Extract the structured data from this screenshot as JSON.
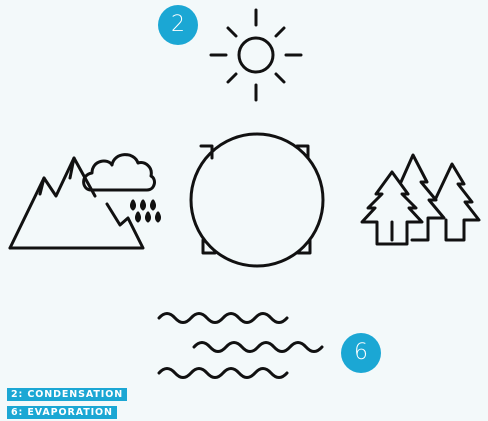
{
  "colors": {
    "accent": "#1ba7d4",
    "line": "#111111",
    "background": "#f3f9fa"
  },
  "badges": [
    {
      "label": "2"
    },
    {
      "label": "6"
    }
  ],
  "legend": [
    {
      "text": "2: CONDENSATION"
    },
    {
      "text": "6: EVAPORATION"
    }
  ],
  "icons": [
    "sun-icon",
    "mountain-rain-cloud-icon",
    "cycle-arrows-icon",
    "pine-trees-icon",
    "water-waves-icon"
  ]
}
